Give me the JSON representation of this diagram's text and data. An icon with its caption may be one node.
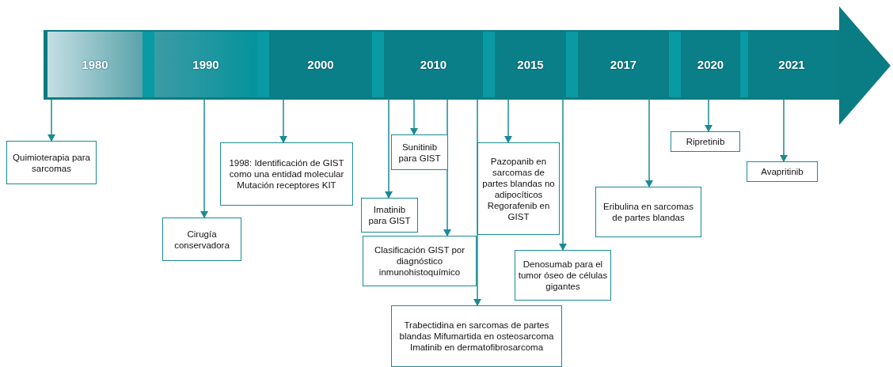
{
  "diagram": {
    "nodes": [
      {
        "text": [],
        "shape": "arrow"
      },
      {
        "text": [
          "1980"
        ],
        "in": 0
      },
      {
        "text": [
          "1990"
        ],
        "in": 0
      },
      {
        "text": [
          "2000"
        ],
        "in": 0
      },
      {
        "text": [
          "2010"
        ],
        "in": 0
      },
      {
        "text": [
          "2015"
        ],
        "in": 0
      },
      {
        "text": [
          "2017"
        ],
        "in": 0
      },
      {
        "text": [
          "2020"
        ],
        "in": 0
      },
      {
        "text": [
          "2021"
        ],
        "in": 0
      },
      {
        "text": [
          "Quimioterapia para sarcomas"
        ]
      },
      {
        "text": [
          "Cirugía conservadora"
        ]
      },
      {
        "text": [
          "1998: Identificación de GIST como una entidad molecular Mutación receptores KIT"
        ]
      },
      {
        "text": [
          "Sunitinib para GIST"
        ]
      },
      {
        "text": [
          "Imatinib para GIST"
        ]
      },
      {
        "text": [
          "Clasificación GIST por diagnóstico inmunohistoquímico"
        ]
      },
      {
        "text": [
          "Trabectidina en sarcomas de partes blandas Mifumartida en osteosarcoma Imatinib en dermatofibrosarcoma"
        ]
      },
      {
        "text": [
          "Pazopanib en sarcomas de partes blandas no adipocíticos Regorafenib en GIST"
        ]
      },
      {
        "text": [
          "Denosumab para el tumor óseo de células gigantes"
        ]
      },
      {
        "text": [
          "Eribulina en sarcomas de partes blandas"
        ]
      },
      {
        "text": [
          "Ripretinib"
        ]
      },
      {
        "text": [
          "Avapritinib"
        ]
      }
    ],
    "edges": [
      {
        "from": 1,
        "to": 9,
        "arrow": "to"
      },
      {
        "from": 2,
        "to": 10,
        "arrow": "to"
      },
      {
        "from": 3,
        "to": 11,
        "arrow": "to"
      },
      {
        "from": 4,
        "to": 12,
        "arrow": "to"
      },
      {
        "from": 4,
        "to": 13,
        "arrow": "to"
      },
      {
        "from": 4,
        "to": 14,
        "arrow": "to"
      },
      {
        "from": 4,
        "to": 15,
        "arrow": "to"
      },
      {
        "from": 5,
        "to": 16,
        "arrow": "to"
      },
      {
        "from": 5,
        "to": 17,
        "arrow": "to"
      },
      {
        "from": 6,
        "to": 18,
        "arrow": "to"
      },
      {
        "from": 7,
        "to": 19,
        "arrow": "to"
      },
      {
        "from": 8,
        "to": 20,
        "arrow": "to"
      }
    ]
  }
}
